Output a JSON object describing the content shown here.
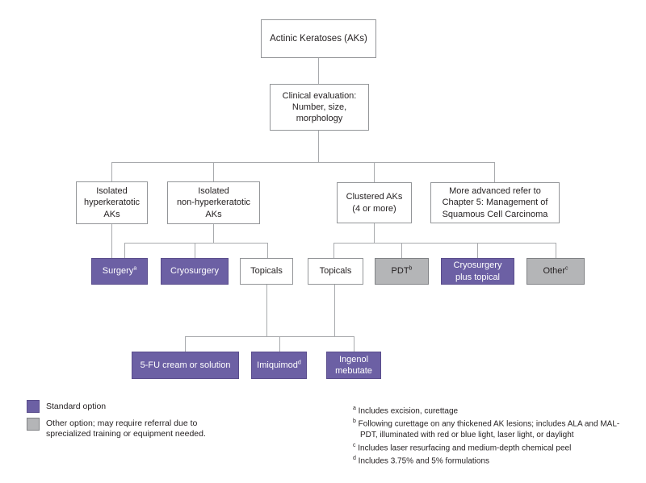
{
  "colors": {
    "purple": "#6c60a4",
    "purple-border": "#5a4d8c",
    "gray": "#b4b5b7",
    "gray-border": "#808285",
    "line": "#a8aaad",
    "box-border": "#939598",
    "text": "#231f20"
  },
  "nodes": {
    "root": {
      "label": "Actinic Keratoses (AKs)"
    },
    "evaluation": {
      "label": "Clinical evaluation:\nNumber, size,\nmorphology"
    },
    "isolated_hyper": {
      "label": "Isolated\nhyperkeratotic\nAKs"
    },
    "isolated_nonhyper": {
      "label": "Isolated\nnon-hyperkeratotic\nAKs"
    },
    "clustered": {
      "label": "Clustered AKs\n(4 or more)"
    },
    "more_advanced": {
      "label": "More advanced refer to\nChapter 5: Management of\nSquamous Cell Carcinoma"
    },
    "surgery": {
      "label": "Surgery",
      "note": "a"
    },
    "cryosurgery": {
      "label": "Cryosurgery"
    },
    "topicals_left": {
      "label": "Topicals"
    },
    "topicals_right": {
      "label": "Topicals"
    },
    "pdt": {
      "label": "PDT",
      "note": "b"
    },
    "cryo_plus_topical": {
      "label": "Cryosurgery\nplus topical"
    },
    "other": {
      "label": "Other",
      "note": "c"
    },
    "fu_cream": {
      "label": "5-FU cream or solution"
    },
    "imiquimod": {
      "label": "Imiquimod",
      "note": "d"
    },
    "ingenol": {
      "label": "Ingenol\nmebutate"
    }
  },
  "legend": {
    "standard": "Standard option",
    "other": "Other option; may require referral due to\nsprecialized training or equipment needed."
  },
  "footnotes": [
    {
      "marker": "a",
      "text": " Includes excision, curettage"
    },
    {
      "marker": "b",
      "text": " Following curettage on any thickened AK lesions; includes ALA and MAL-PDT, illuminated with red or blue light, laser light, or daylight"
    },
    {
      "marker": "c",
      "text": " Includes laser resurfacing and medium-depth chemical peel"
    },
    {
      "marker": "d",
      "text": " Includes 3.75% and 5% formulations"
    }
  ]
}
